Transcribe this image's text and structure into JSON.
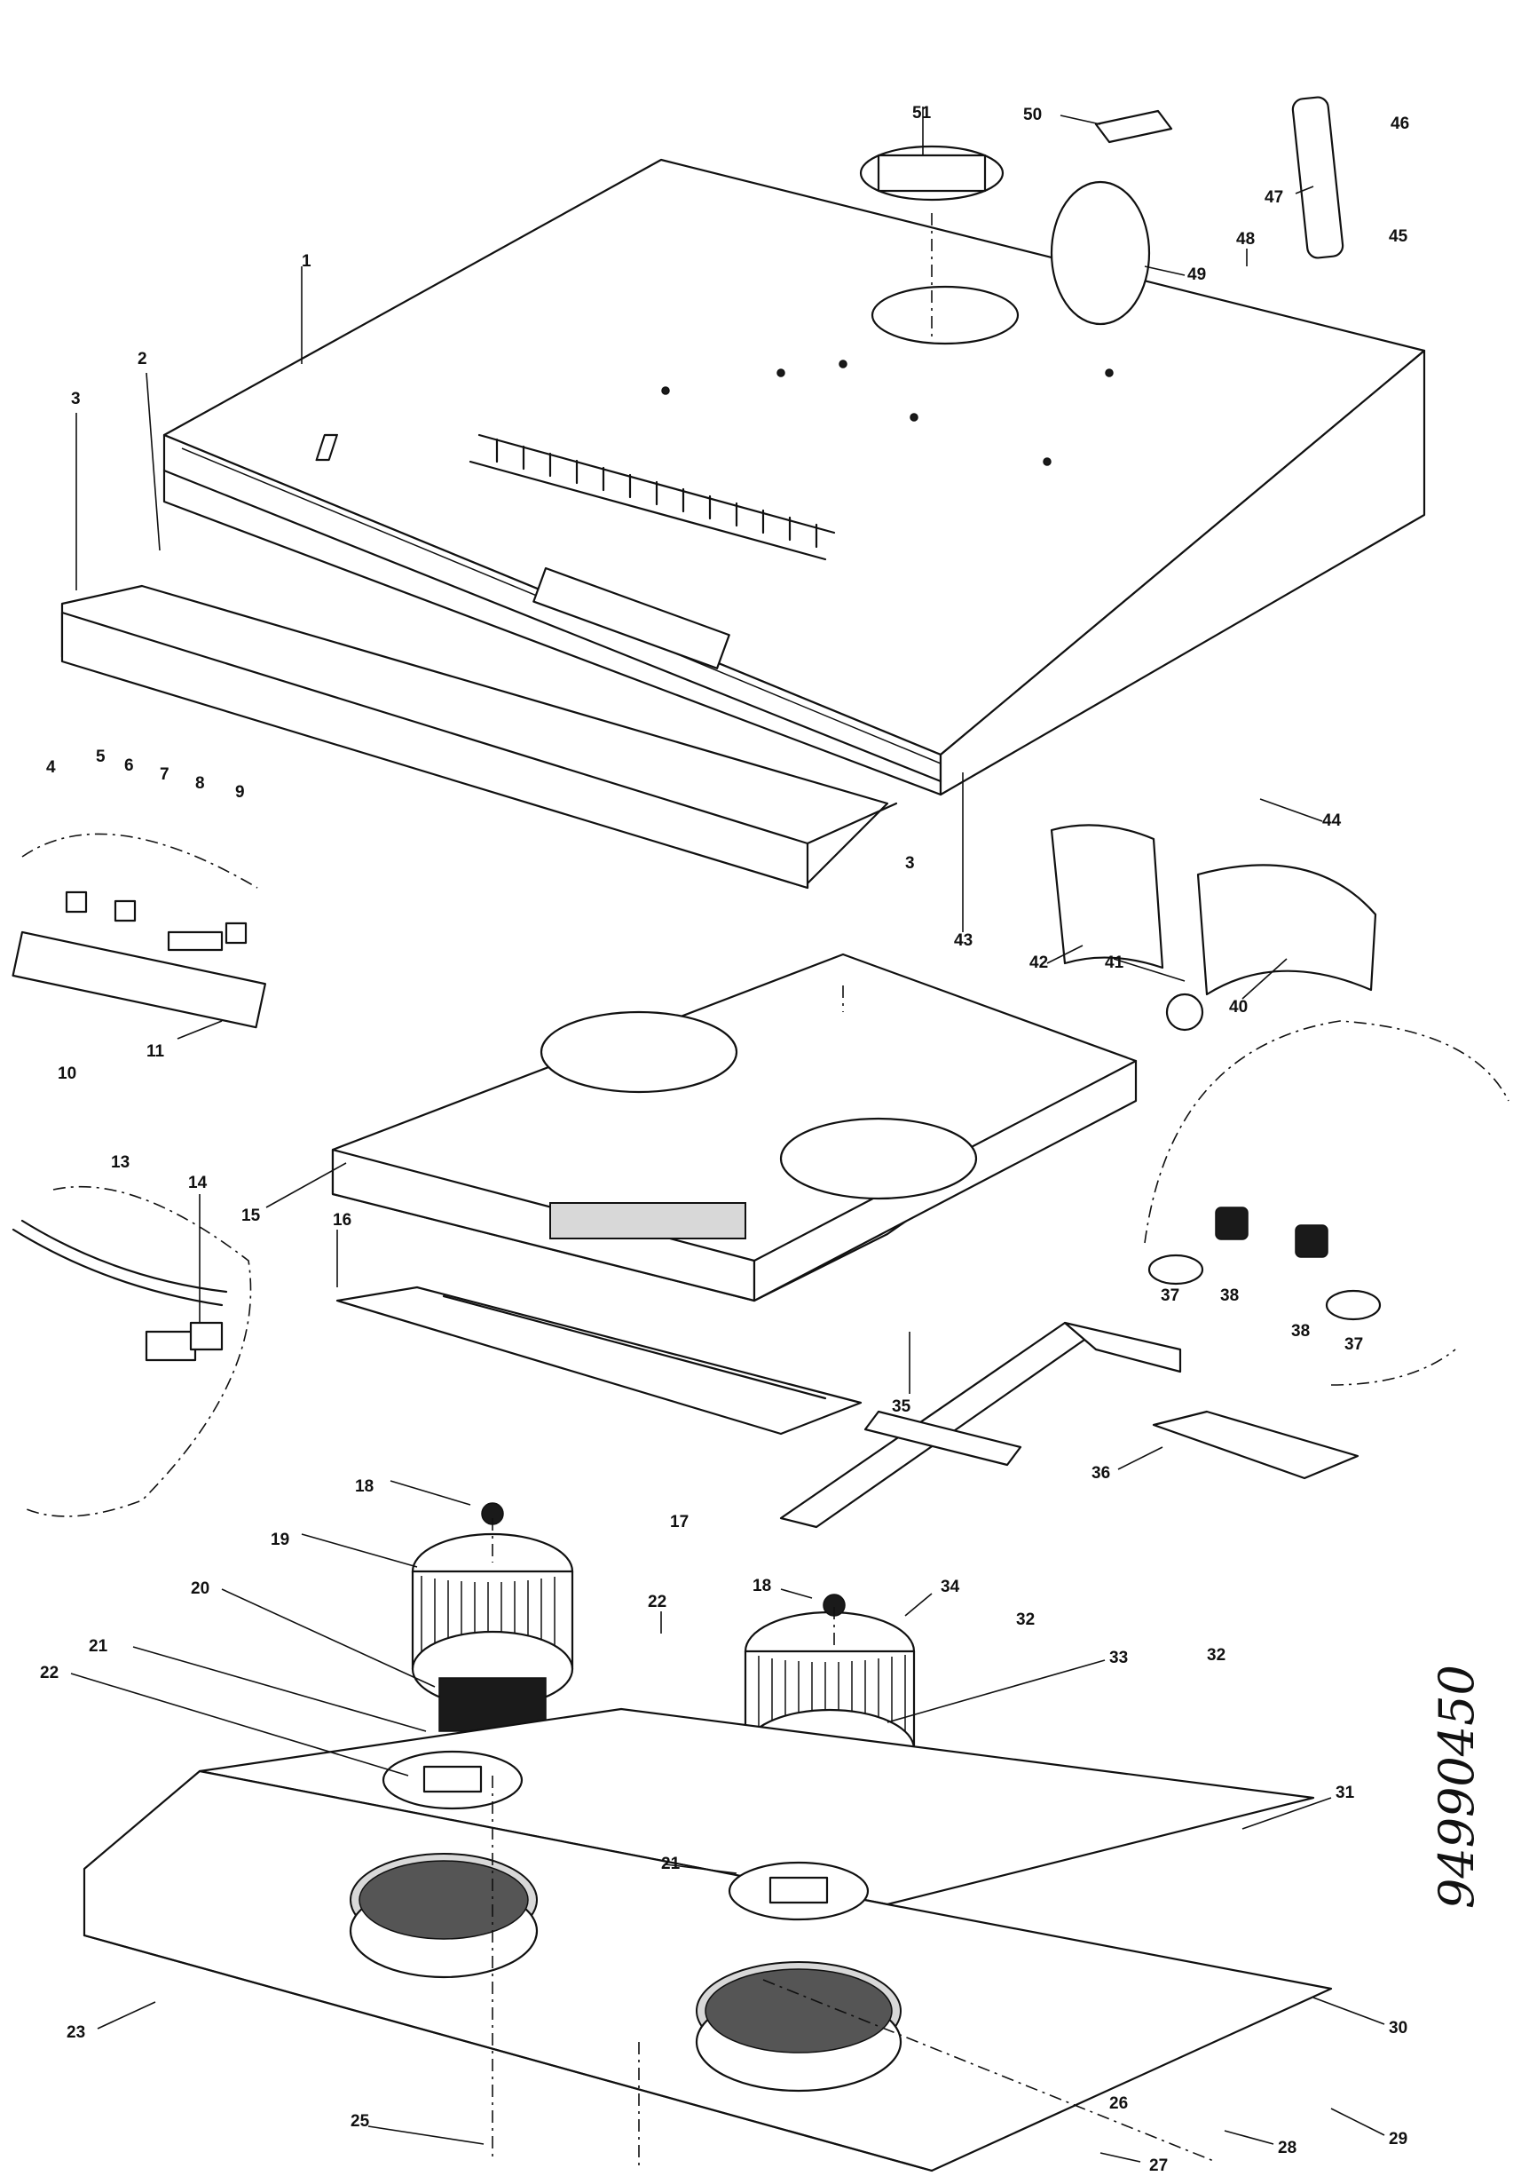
{
  "document_number": "94990450",
  "part_labels": {
    "p1": "1",
    "p2": "2",
    "p3a": "3",
    "p3b": "3",
    "p4": "4",
    "p5": "5",
    "p6": "6",
    "p7": "7",
    "p8": "8",
    "p9": "9",
    "p10": "10",
    "p11": "11",
    "p13": "13",
    "p14": "14",
    "p15": "15",
    "p16": "16",
    "p17": "17",
    "p18a": "18",
    "p18b": "18",
    "p19": "19",
    "p20": "20",
    "p21a": "21",
    "p21b": "21",
    "p22a": "22",
    "p22b": "22",
    "p23": "23",
    "p25": "25",
    "p26": "26",
    "p27": "27",
    "p28": "28",
    "p29": "29",
    "p30": "30",
    "p31": "31",
    "p32a": "32",
    "p32b": "32",
    "p33": "33",
    "p34": "34",
    "p35": "35",
    "p36": "36",
    "p37a": "37",
    "p37b": "37",
    "p38a": "38",
    "p38b": "38",
    "p40": "40",
    "p41": "41",
    "p42": "42",
    "p43": "43",
    "p44": "44",
    "p45": "45",
    "p46": "46",
    "p47": "47",
    "p48": "48",
    "p49": "49",
    "p50": "50",
    "p51": "51"
  }
}
